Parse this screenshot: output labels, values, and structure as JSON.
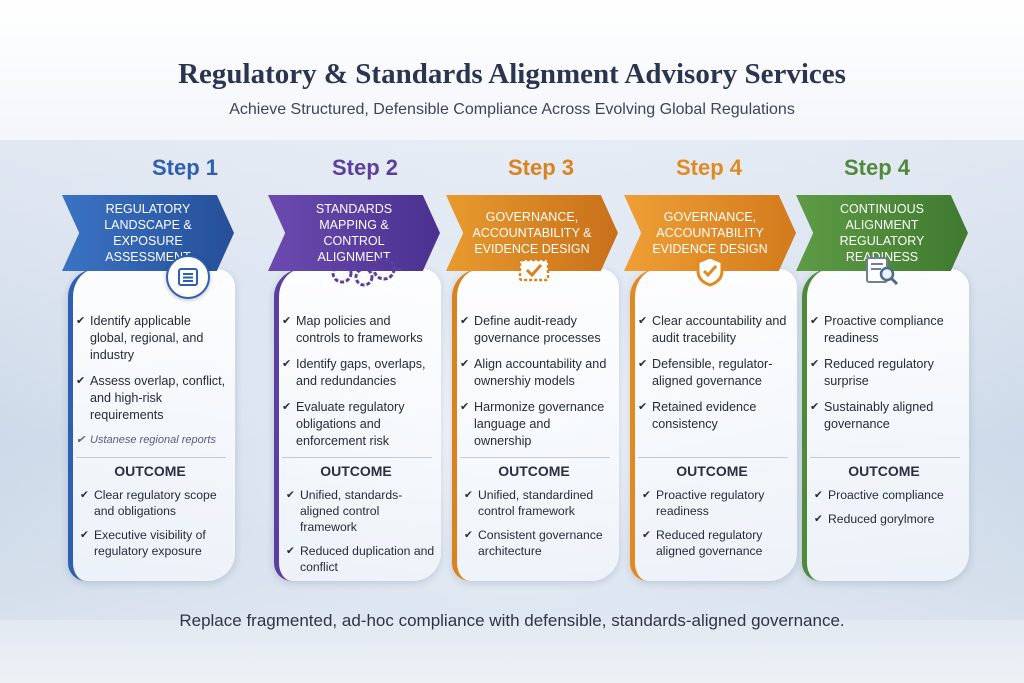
{
  "title": "Regulatory & Standards Alignment Advisory Services",
  "subtitle": "Achieve Structured, Defensible Compliance Across Evolving Global Regulations",
  "footer": "Replace fragmented, ad-hoc compliance with defensible, standards-aligned governance.",
  "colors": {
    "blue": "#2f5fb0",
    "purple": "#5b3f9e",
    "orange": "#d9821e",
    "orange2": "#e08a20",
    "green": "#4f8a3a"
  },
  "steps": [
    {
      "label": "Step 1",
      "banner": "Regulatory Landscape & Exposure Assessment",
      "icon": "list-icon",
      "bullets": [
        "Identify applicable global, regional, and industry",
        "Assess overlap, conflict, and high-risk requirements",
        "Ustanese regional reports"
      ],
      "outcome_title": "OUTCOME",
      "outcomes": [
        "Clear regulatory scope and obligations",
        "Executive visibility of regulatory exposure"
      ]
    },
    {
      "label": "Step 2",
      "banner": "Standards Mapping & Control Alignment",
      "icon": "gears-icon",
      "bullets": [
        "Map policies and controls to frameworks",
        "Identify gaps, overlaps, and redundancies",
        "Evaluate regulatory obligations and enforcement risk"
      ],
      "outcome_title": "OUTCOME",
      "outcomes": [
        "Unified, standards-aligned control framework",
        "Reduced duplication and conflict"
      ]
    },
    {
      "label": "Step 3",
      "banner": "Governance, Accountability & Evidence Design",
      "icon": "checklist-icon",
      "bullets": [
        "Define audit-ready governance processes",
        "Align accountability and ownershiy models",
        "Harmonize governance language and ownership"
      ],
      "outcome_title": "OUTCOME",
      "outcomes": [
        "Unified, standardined control framework",
        "Consistent governance architecture"
      ]
    },
    {
      "label": "Step 4",
      "banner": "Governance, Accountability Evidence Design",
      "icon": "shield-check-icon",
      "bullets": [
        "Clear accountability and audit tracebility",
        "Defensible, regulator-aligned governance",
        "Retained evidence consistency"
      ],
      "outcome_title": "OUTCOME",
      "outcomes": [
        "Proactive regulatory readiness",
        "Reduced regulatory aligned governance"
      ]
    },
    {
      "label": "Step 4",
      "banner": "Continuous Alignment Regulatory Readiness",
      "icon": "document-search-icon",
      "bullets": [
        "Proactive compliance readiness",
        "Reduced regulatory surprise",
        "Sustainably aligned governance"
      ],
      "outcome_title": "OUTCOME",
      "outcomes": [
        "Proactive compliance",
        "Reduced gorylmore"
      ]
    }
  ]
}
